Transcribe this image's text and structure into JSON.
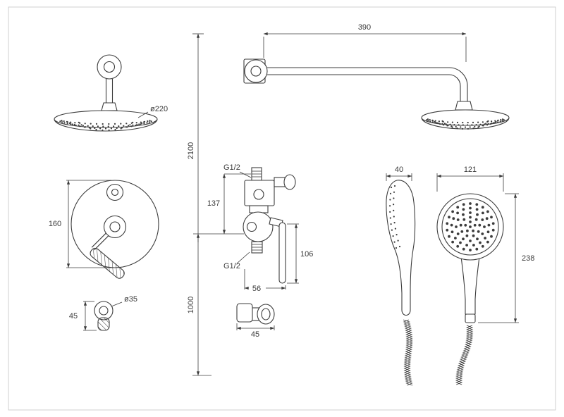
{
  "drawing": {
    "type": "shower-system-installation-drawing",
    "background": "#ffffff",
    "line_color": "#3c3c3c",
    "border_color": "#cfcfcf",
    "labels": {
      "overhead_diameter": "ø220",
      "arm_length": "390",
      "overall_height": "2100",
      "mixer_height": "1000",
      "plate_diameter": "160",
      "knob_diameter": "ø35",
      "knob_height": "45",
      "top_connection": "G1/2",
      "bottom_connection": "G1/2",
      "valve_height": "137",
      "lever_length": "106",
      "valve_width": "56",
      "outlet_width": "45",
      "handshower_depth": "40",
      "handshower_width": "121",
      "handshower_length": "238"
    }
  }
}
